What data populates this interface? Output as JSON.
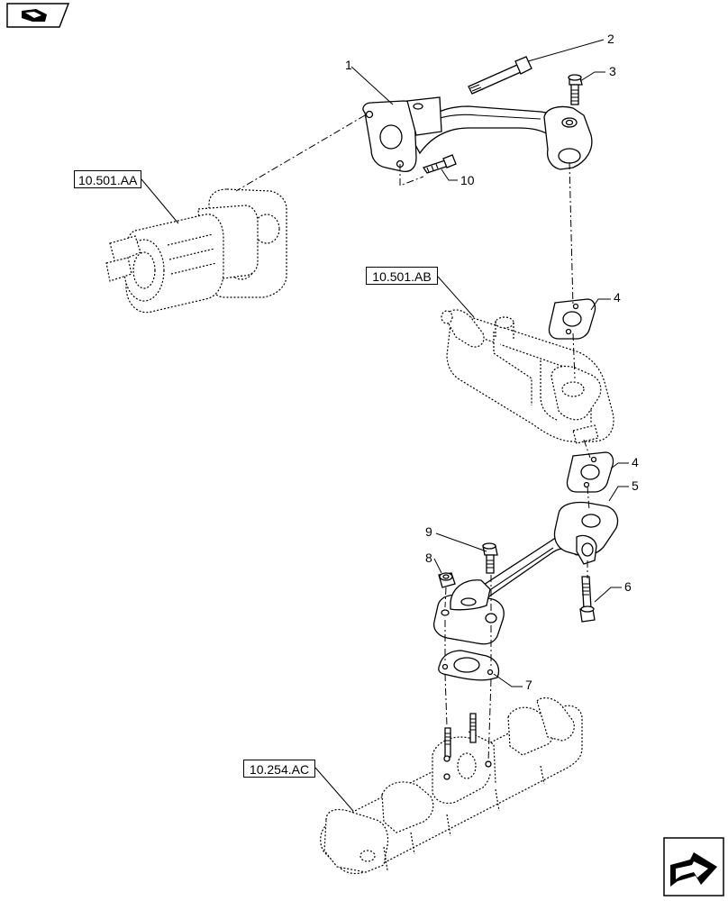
{
  "refs": {
    "egr_valve": "10.501.AA",
    "egr_cooler": "10.501.AB",
    "exhaust_manifold": "10.254.AC"
  },
  "callouts": {
    "c1": "1",
    "c2": "2",
    "c3": "3",
    "c4a": "4",
    "c4b": "4",
    "c5": "5",
    "c6": "6",
    "c7": "7",
    "c8": "8",
    "c9": "9",
    "c10": "10"
  },
  "icons": {
    "top_left": "book-with-arrow-icon",
    "bottom_right": "next-page-arrow-icon"
  }
}
